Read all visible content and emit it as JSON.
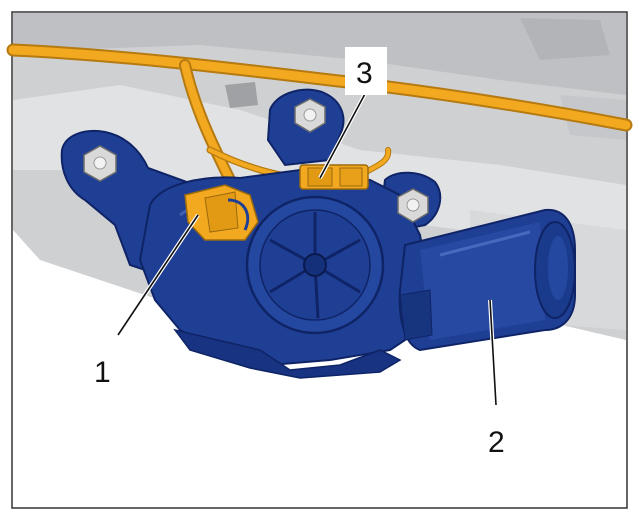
{
  "callouts": [
    {
      "id": "1",
      "label": "1"
    },
    {
      "id": "2",
      "label": "2"
    },
    {
      "id": "3",
      "label": "3"
    }
  ],
  "colors": {
    "motor_blue": "#1f3f95",
    "motor_dark": "#0f2466",
    "harness_orange": "#f2a81f",
    "bolt_gray": "#d9d9d9",
    "background_gray": "#cfd0d2"
  },
  "icons": [
    "wiper-motor",
    "wiring-harness",
    "connector",
    "mounting-bolt"
  ]
}
